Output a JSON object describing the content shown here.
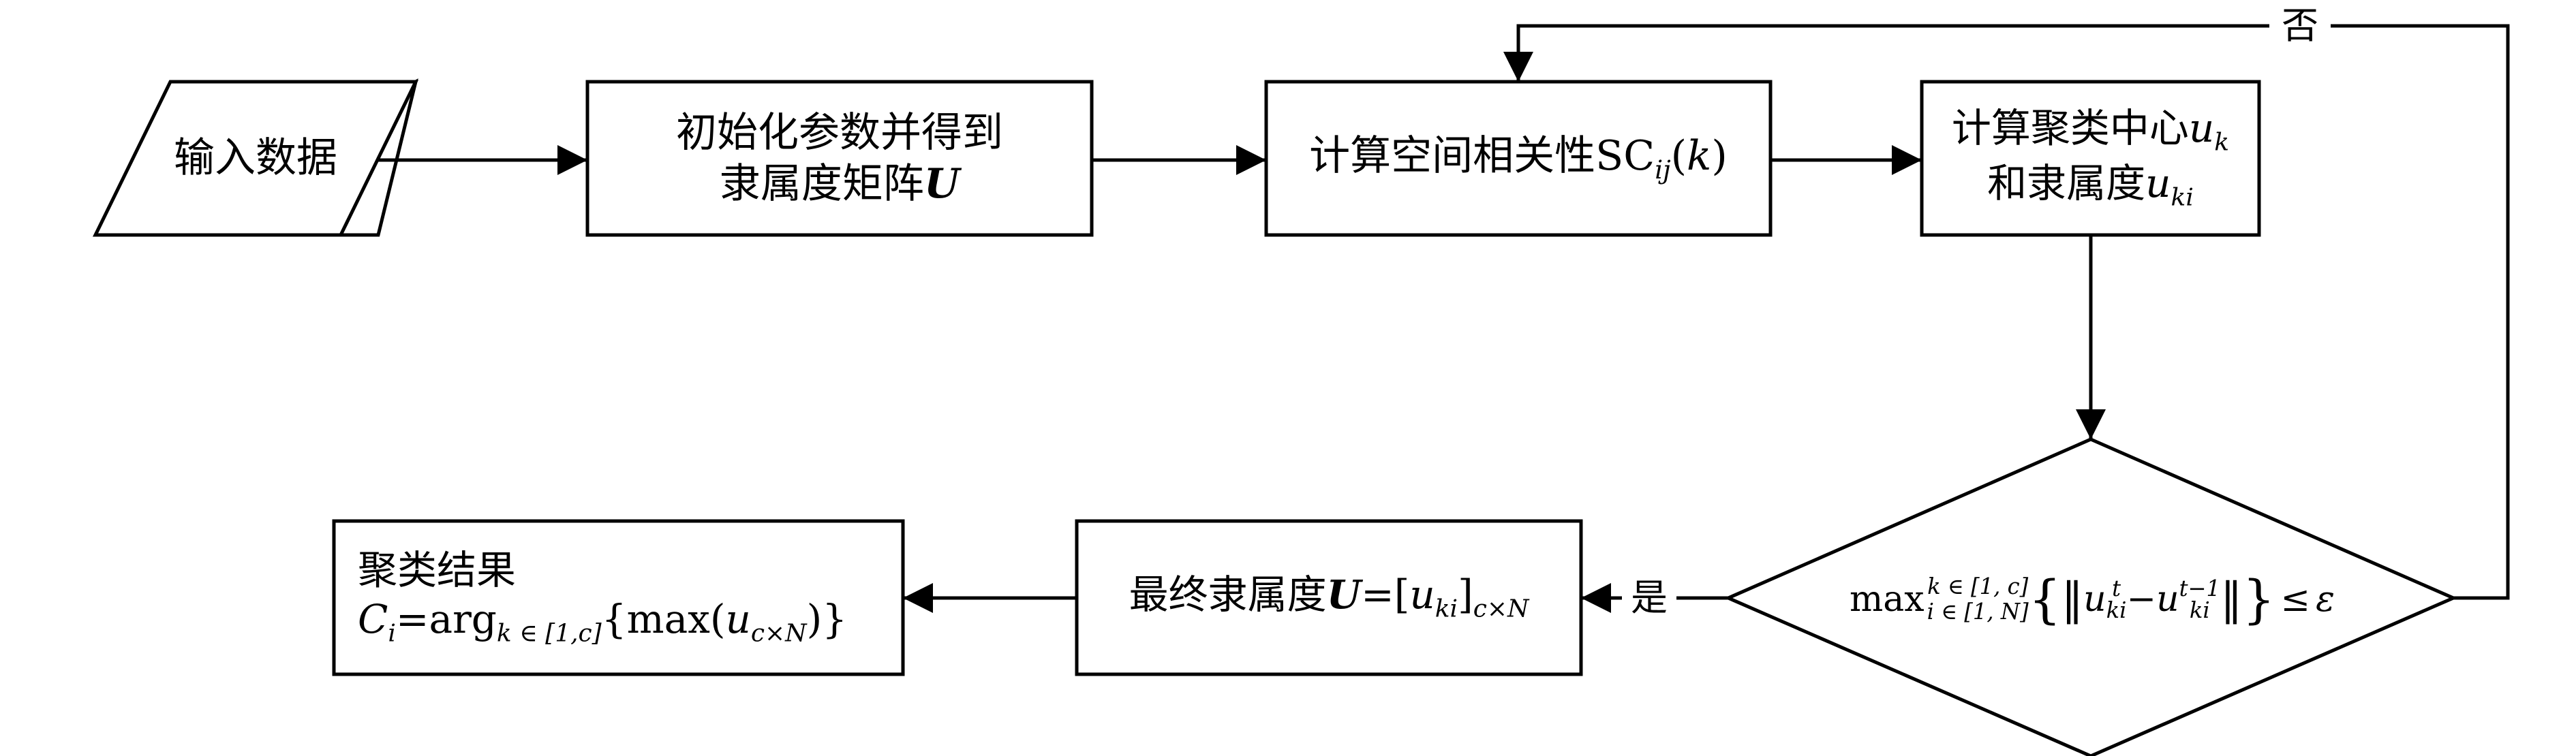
{
  "nodes": {
    "input": {
      "label": "输入数据"
    },
    "init": {
      "line1": "初始化参数并得到",
      "line2_text": "隶属度矩阵",
      "line2_symbol": "U"
    },
    "spatial": {
      "text": "计算空间相关性",
      "sc": "SC",
      "sub": "ij",
      "paren_open": "(",
      "arg": "k",
      "paren_close": ")"
    },
    "center": {
      "line1_text": "计算聚类中心",
      "line1_var": "u",
      "line1_sub": "k",
      "line2_text": "和隶属度",
      "line2_var": "u",
      "line2_sub": "ki"
    },
    "decision": {
      "op": "max",
      "sub_k": "k ∈ [1, c]",
      "sub_i": "i ∈ [1, N]",
      "u1": "u",
      "u1_sub": "ki",
      "u1_sup": "t",
      "minus": "−",
      "u2": "u",
      "u2_sub": "ki",
      "u2_sup": "t−1",
      "rel": "≤",
      "eps": "ε"
    },
    "final": {
      "text": "最终隶属度",
      "symbol": "U",
      "eq": "=[",
      "var": "u",
      "var_sub": "ki",
      "close": "]",
      "dim": "c×N"
    },
    "result": {
      "line1": "聚类结果",
      "c": "C",
      "c_sub": "i",
      "eq": "=arg",
      "arg_sub": "k ∈ [1,c]",
      "body_open": "{max(",
      "var": "u",
      "var_sub": "c×N",
      "body_close": ")}"
    }
  },
  "edges": {
    "no_label": "否",
    "yes_label": "是"
  }
}
